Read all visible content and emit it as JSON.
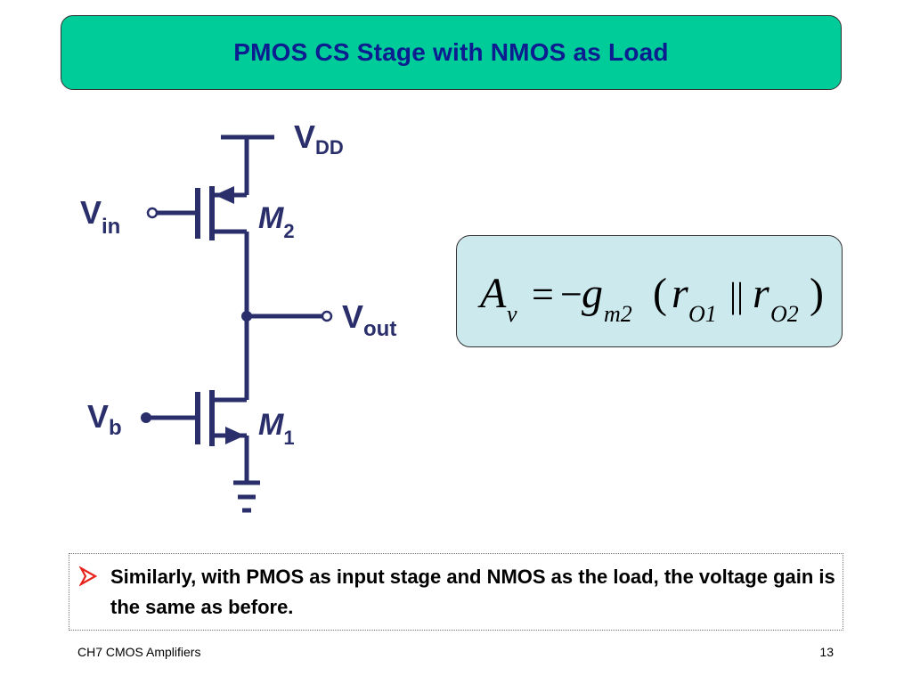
{
  "slide": {
    "title": "PMOS CS Stage with NMOS as Load",
    "footer_left": "CH7 CMOS Amplifiers",
    "page_number": "13"
  },
  "colors": {
    "title_bg": "#00cc99",
    "title_text": "#0b1d8f",
    "formula_bg": "#cce9ee",
    "bullet": "#e8231b",
    "circuit": "#2a2f6b"
  },
  "circuit": {
    "vdd_label": "V",
    "vdd_sub": "DD",
    "vin_label": "V",
    "vin_sub": "in",
    "m2_label": "M",
    "m2_sub": "2",
    "vout_label": "V",
    "vout_sub": "out",
    "vb_label": "V",
    "vb_sub": "b",
    "m1_label": "M",
    "m1_sub": "1"
  },
  "formula": {
    "A": "A",
    "A_sub": "v",
    "equals": "=",
    "minus": "−",
    "g": "g",
    "g_sub": "m2",
    "open_paren": "(",
    "r1": "r",
    "r1_sub": "O1",
    "parallel": "||",
    "r2": "r",
    "r2_sub": "O2",
    "close_paren": ")"
  },
  "note": {
    "bullet_icon": "arrow-bullet-icon",
    "text": "Similarly, with PMOS as input stage and NMOS as the load, the voltage gain is the same as before."
  }
}
